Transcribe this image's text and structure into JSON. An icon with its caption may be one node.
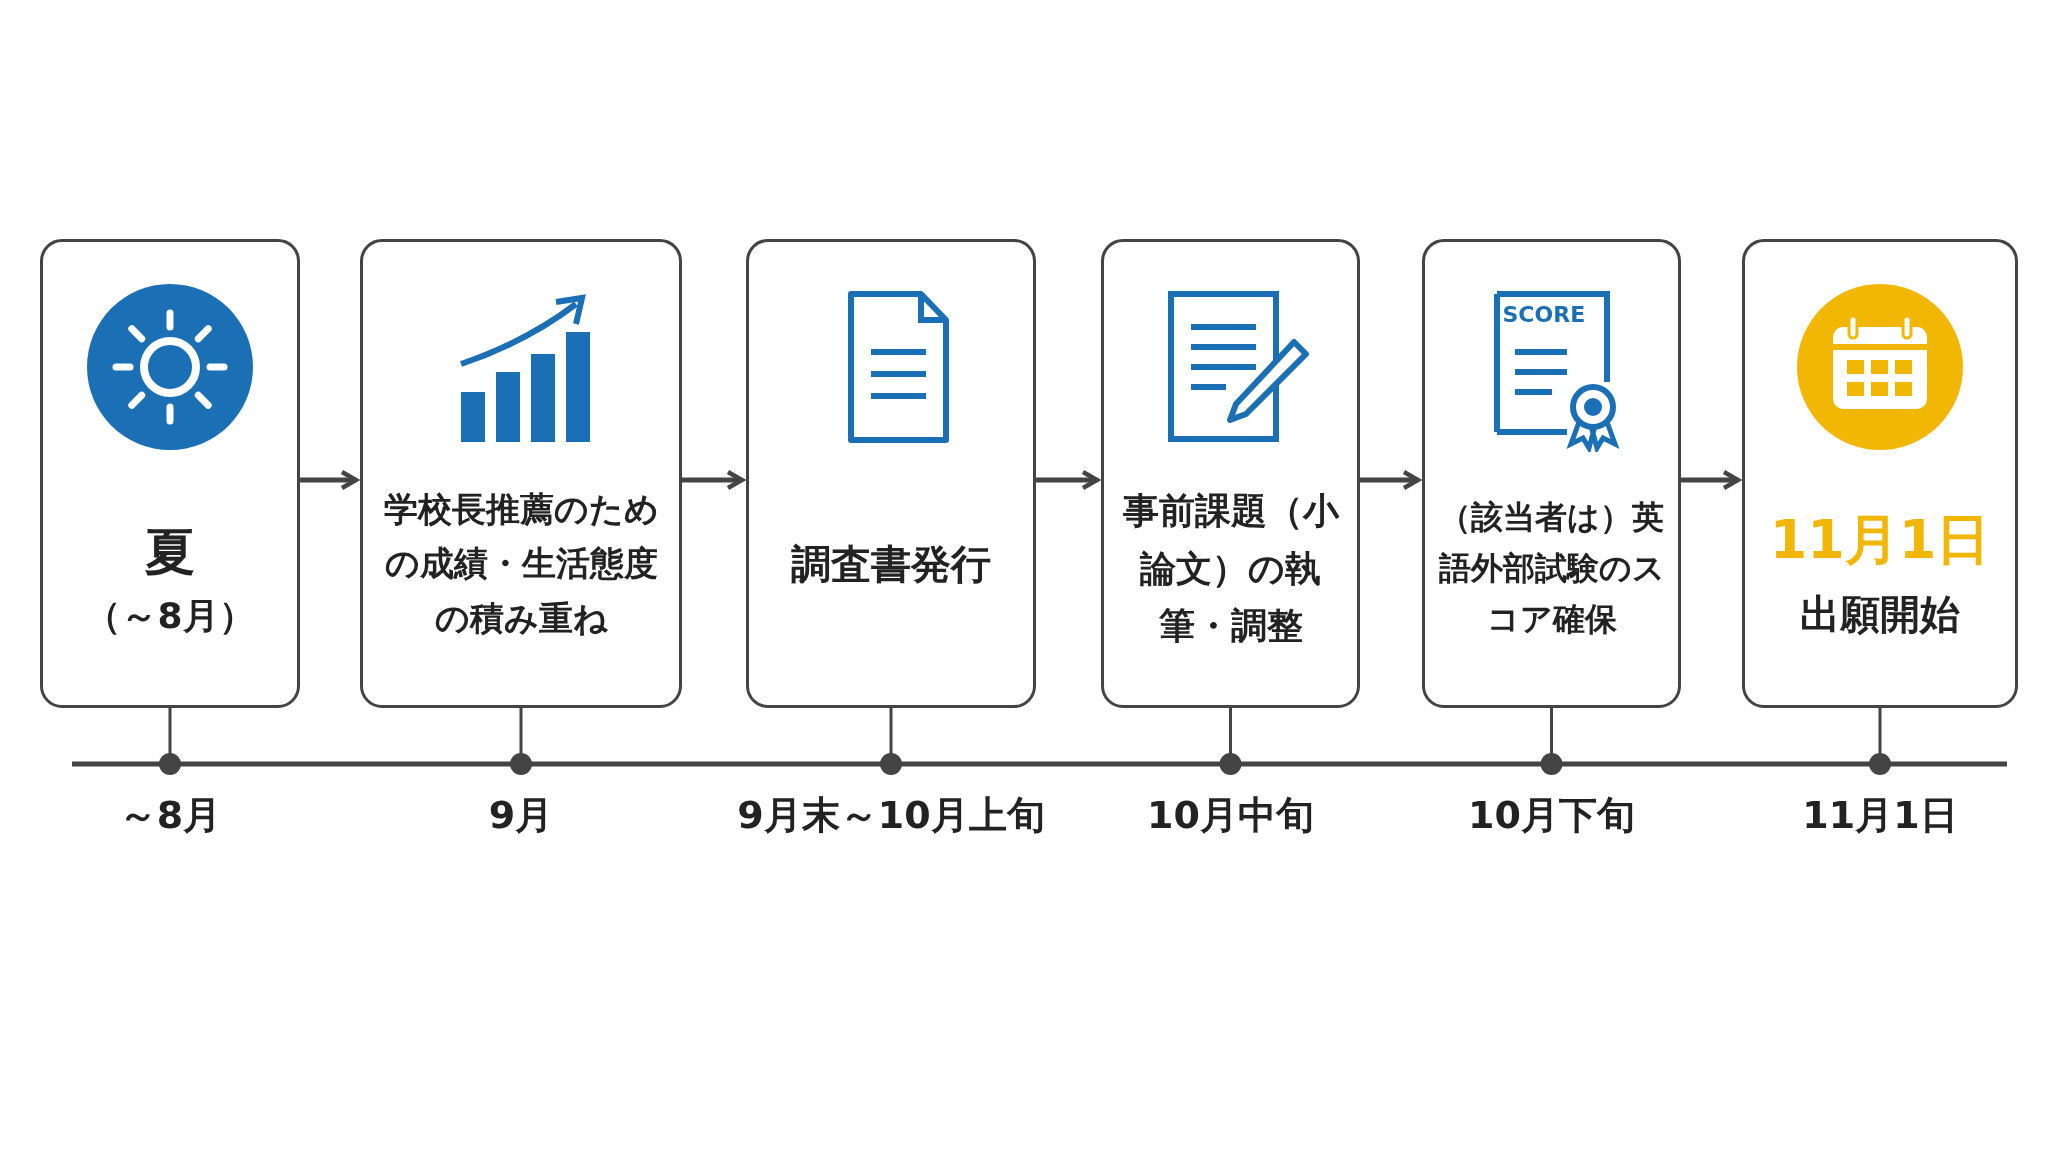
{
  "diagram": {
    "nodes": [
      {
        "text": [
          "夏",
          "（～8月）"
        ]
      },
      {
        "text": [
          "学校長推薦のための成績・生活態度の積み重ね"
        ]
      },
      {
        "text": [
          "調査書発行"
        ]
      },
      {
        "text": [
          "事前課題（小論文）の執筆・調整"
        ]
      },
      {
        "text": [
          "SCORE",
          "（該当者は）英語外部試験のスコア確保"
        ]
      },
      {
        "text": [
          "11月1日",
          "出願開始"
        ]
      }
    ],
    "edges": [
      {
        "from": 0,
        "to": 1,
        "arrow": "to"
      },
      {
        "from": 1,
        "to": 2,
        "arrow": "to"
      },
      {
        "from": 2,
        "to": 3,
        "arrow": "to"
      },
      {
        "from": 3,
        "to": 4,
        "arrow": "to"
      },
      {
        "from": 4,
        "to": 5,
        "arrow": "to"
      }
    ],
    "labels": [
      "～8月",
      "9月",
      "9月末～10月上旬",
      "10月中旬",
      "10月下旬",
      "11月1日"
    ]
  }
}
